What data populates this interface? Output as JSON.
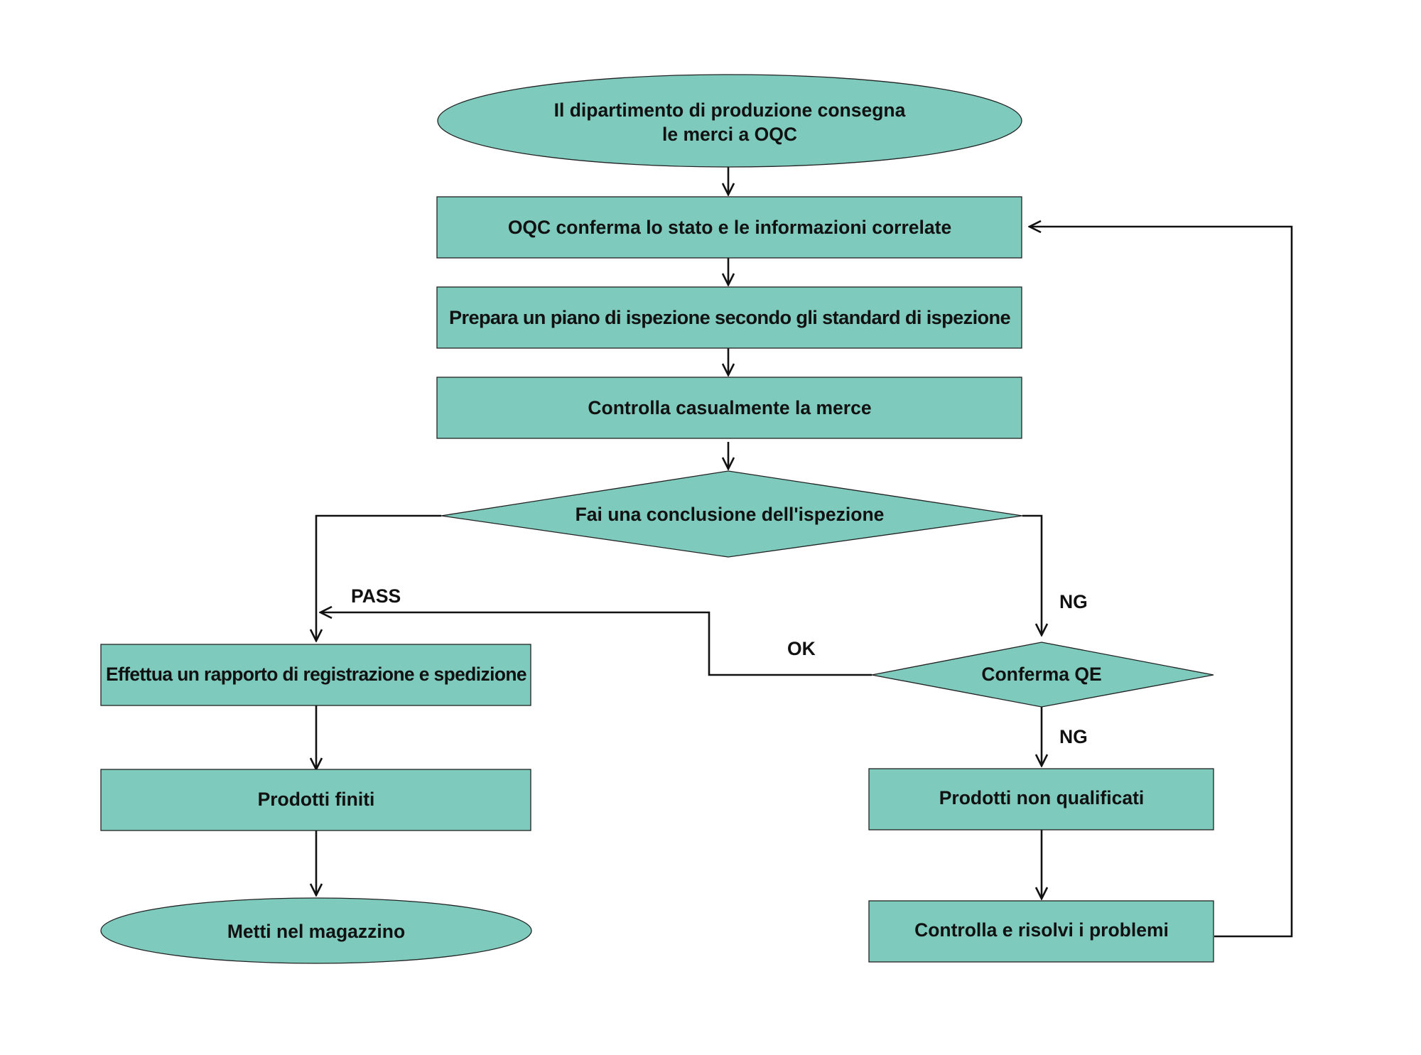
{
  "diagram": {
    "nodes": {
      "start": {
        "line1": "Il dipartimento di produzione consegna",
        "line2": "le merci a OQC"
      },
      "confirm_status": "OQC conferma lo stato e le informazioni correlate",
      "prepare_plan": "Prepara un piano di ispezione secondo gli standard di ispezione",
      "random_check": "Controlla casualmente la merce",
      "conclusion": "Fai una conclusione dell'ispezione",
      "qe_confirm": "Conferma QE",
      "shipping_report": "Effettua un rapporto di registrazione e spedizione",
      "finished_products": "Prodotti finiti",
      "warehouse": "Metti nel magazzino",
      "unqualified": "Prodotti non qualificati",
      "solve_problems": "Controlla e risolvi i problemi"
    },
    "edge_labels": {
      "pass": "PASS",
      "ng_first": "NG",
      "ok": "OK",
      "ng_second": "NG"
    },
    "colors": {
      "node_fill": "#7ecabd",
      "stroke": "#222222"
    }
  }
}
